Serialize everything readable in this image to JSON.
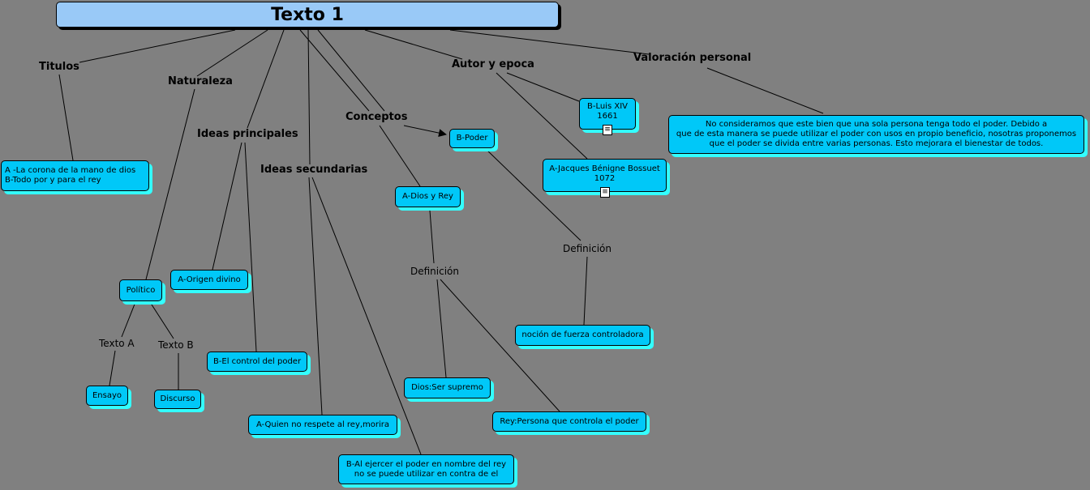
{
  "title": "Texto 1",
  "labels": {
    "titulos": "Titulos",
    "naturaleza": "Naturaleza",
    "ideas_principales": "Ideas principales",
    "ideas_secundarias": "Ideas secundarias",
    "conceptos": "Conceptos",
    "autor_epoca": "Autor y epoca",
    "valoracion": "Valoración personal",
    "texto_a": "Texto A",
    "texto_b": "Texto B",
    "definicion_1": "Definición",
    "definicion_2": "Definición"
  },
  "nodes": {
    "titulos_box": [
      "A -La corona de la mano de dios",
      "B-Todo por y para el rey"
    ],
    "politico": "Político",
    "ensayo": "Ensayo",
    "discurso": "Discurso",
    "origen_divino": "A-Origen divino",
    "control_poder": "B-El control del poder",
    "quien_no_respete": "A-Quien no respete al rey,morira",
    "al_ejercer": [
      "B-Al ejercer el poder en nombre del rey",
      "no se puede utilizar en contra de el"
    ],
    "dios_y_rey": "A-Dios y Rey",
    "b_poder": "B-Poder",
    "dios_ser_supremo": "Dios:Ser supremo",
    "rey_persona": "Rey:Persona que controla el poder",
    "nocion_fuerza": "noción de fuerza controladora",
    "luis_xiv": [
      "B-Luis XIV",
      "1661"
    ],
    "jacques": [
      "A-Jacques Bénigne Bossuet",
      "1072"
    ],
    "valoracion_text": [
      "No consideramos que este bien que una sola persona tenga todo el poder. Debido a",
      "que de esta manera se puede utilizar el poder con usos en propio beneficio, nosotras proponemos",
      "que el poder se divida entre varias personas. Esto mejorara el bienestar de todos."
    ]
  },
  "icons": {
    "document": "document-icon"
  }
}
